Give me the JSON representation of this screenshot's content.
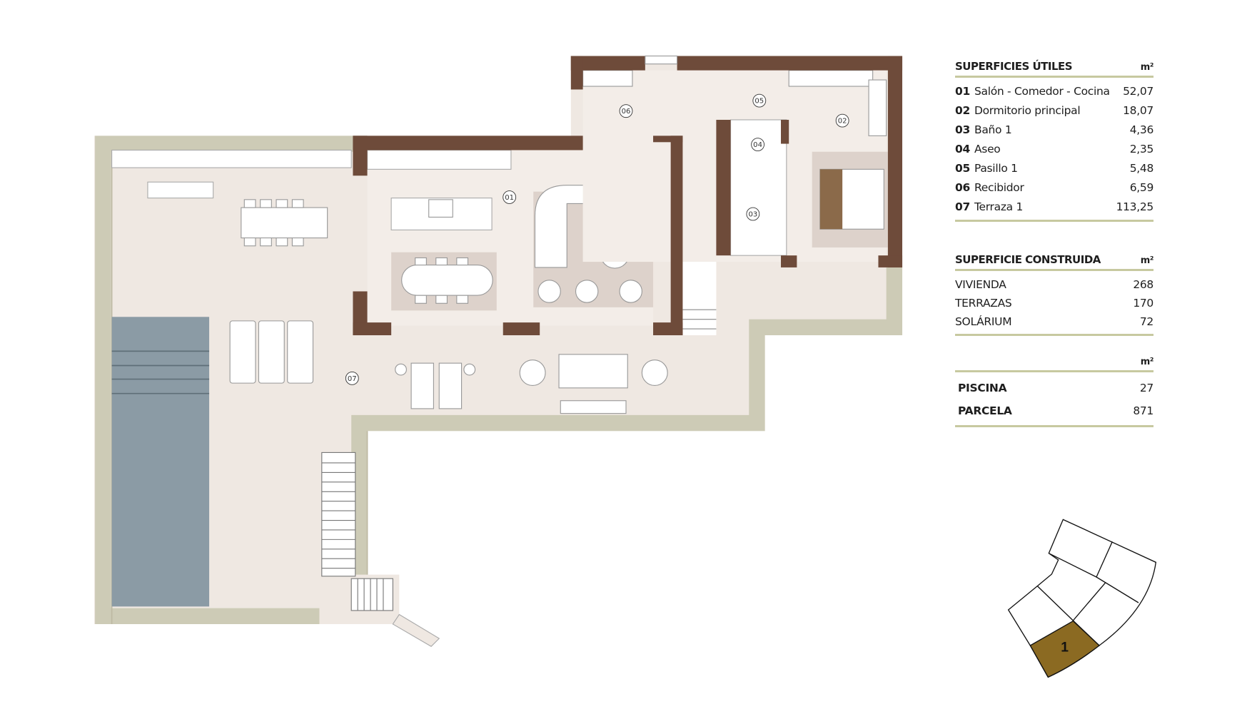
{
  "superficies_utiles": {
    "title": "SUPERFICIES ÚTILES",
    "unit": "m²",
    "rows": [
      {
        "num": "01",
        "label": "Salón - Comedor - Cocina",
        "value": "52,07"
      },
      {
        "num": "02",
        "label": "Dormitorio principal",
        "value": "18,07"
      },
      {
        "num": "03",
        "label": "Baño 1",
        "value": "4,36"
      },
      {
        "num": "04",
        "label": "Aseo",
        "value": "2,35"
      },
      {
        "num": "05",
        "label": "Pasillo 1",
        "value": "5,48"
      },
      {
        "num": "06",
        "label": "Recibidor",
        "value": "6,59"
      },
      {
        "num": "07",
        "label": "Terraza 1",
        "value": "113,25"
      }
    ]
  },
  "superficie_construida": {
    "title": "SUPERFICIE CONSTRUIDA",
    "unit": "m²",
    "rows": [
      {
        "label": "VIVIENDA",
        "value": "268"
      },
      {
        "label": "TERRAZAS",
        "value": "170"
      },
      {
        "label": "SOLÁRIUM",
        "value": "72"
      }
    ]
  },
  "otros": {
    "unit": "m²",
    "rows": [
      {
        "label": "PISCINA",
        "value": "27"
      },
      {
        "label": "PARCELA",
        "value": "871"
      }
    ]
  },
  "plan": {
    "room_tags": [
      "01",
      "02",
      "03",
      "04",
      "05",
      "06",
      "07"
    ],
    "colors": {
      "wall": "#6e4b3a",
      "terrace_wall": "#cdcbb6",
      "floor": "#efe8e2",
      "pool": "#8b9ba5",
      "rug": "#ddd2cb",
      "key_highlight": "#8b6a22"
    }
  },
  "key_map": {
    "selected_unit": "1"
  }
}
